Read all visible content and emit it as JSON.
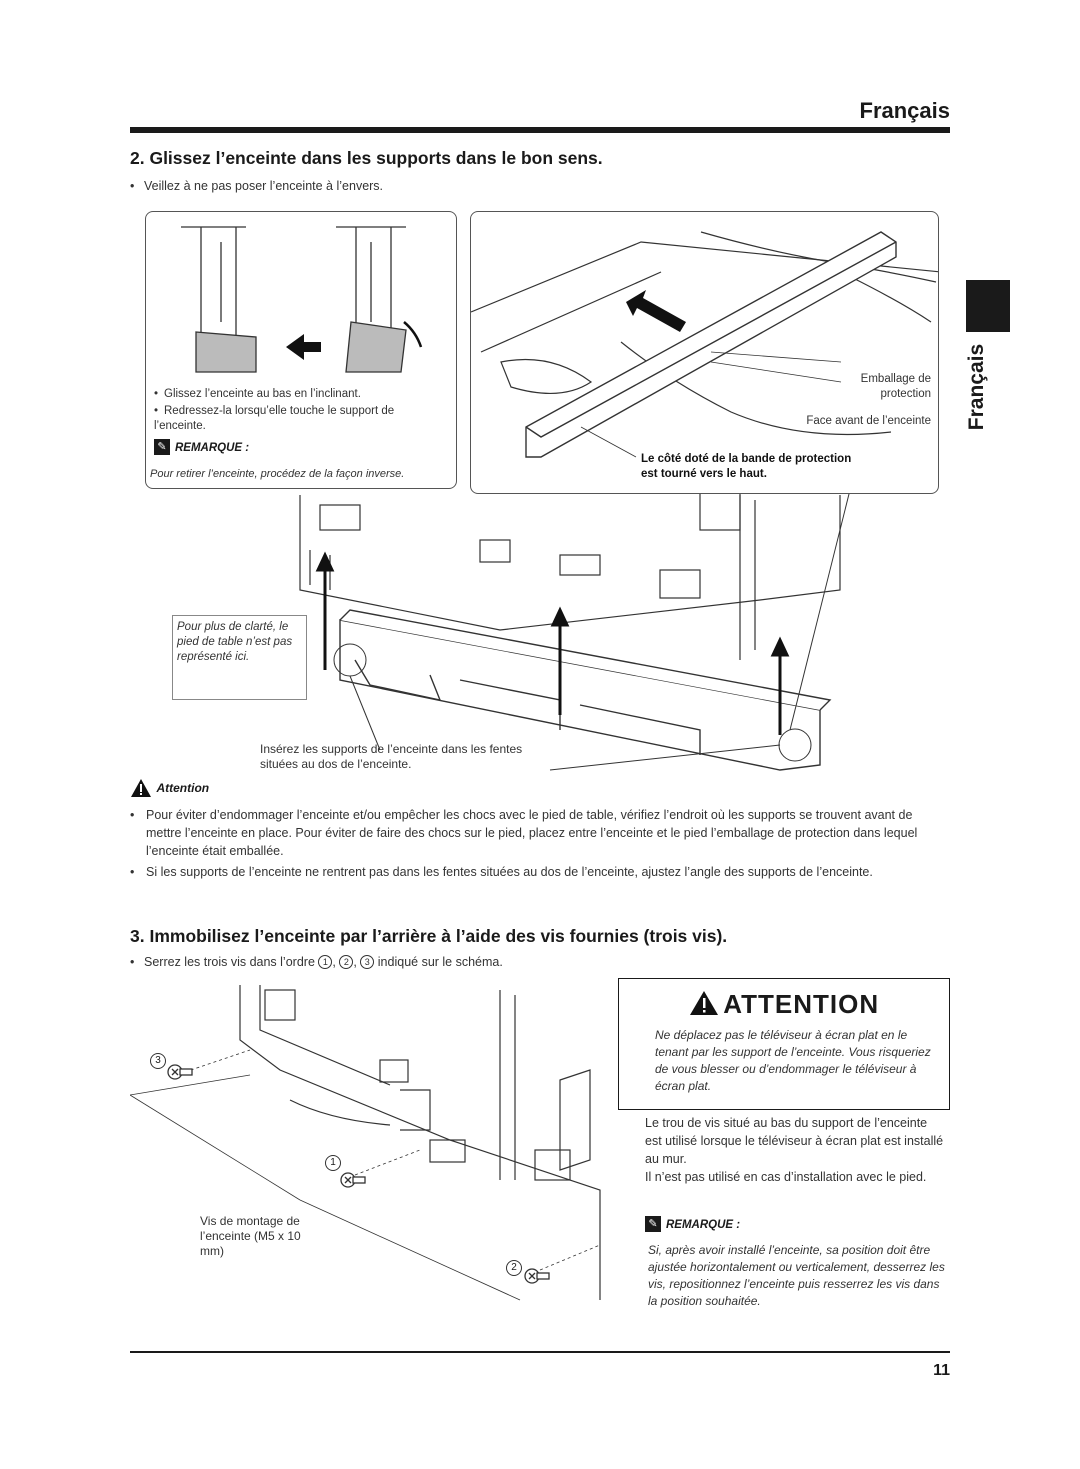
{
  "header": {
    "language": "Français"
  },
  "side_tab": {
    "language": "Français"
  },
  "step2": {
    "title": "2. Glissez l’enceinte dans les supports dans le bon sens.",
    "bullet": "Veillez à ne pas poser l’enceinte à l’envers."
  },
  "left_panel": {
    "bullet1": "Glissez l’enceinte au bas en l’inclinant.",
    "bullet2": "Redressez-la lorsqu’elle touche le support de l’enceinte.",
    "remarque_label": "REMARQUE :",
    "remarque_text": "Pour retirer l’enceinte, procédez de la façon inverse."
  },
  "right_panel": {
    "label_packaging": "Emballage de protection",
    "label_front": "Face avant de l’enceinte",
    "label_tape": "Le côté doté de la bande de protection est tourné vers le haut."
  },
  "figure1": {
    "clarity_note": "Pour plus de clarté, le pied de table n’est pas représenté ici.",
    "insert_note": "Insérez les supports de l’enceinte dans les fentes situées au dos de l’enceinte."
  },
  "attention_small": {
    "label": "Attention",
    "bullet1": "Pour éviter d’endommager l’enceinte et/ou empêcher les chocs avec le pied de table, vérifiez l’endroit où les supports se trouvent avant de mettre l’enceinte en place. Pour éviter de faire des chocs sur le pied, placez entre l’enceinte et le pied l’emballage de protection dans lequel l’enceinte était emballée.",
    "bullet2": "Si les supports de l’enceinte ne rentrent pas dans les fentes situées au dos de l’enceinte, ajustez l’angle des supports de l’enceinte."
  },
  "step3": {
    "title": "3. Immobilisez l’enceinte par l’arrière à l’aide des vis fournies (trois vis).",
    "bullet_a": "Serrez les trois vis dans l’ordre",
    "n1": "1",
    "n2": "2",
    "n3": "3",
    "bullet_b": "indiqué sur le schéma."
  },
  "figure2": {
    "screw_label": "Vis de montage de l’enceinte (M5 x 10 mm)",
    "callout1": "1",
    "callout2": "2",
    "callout3": "3"
  },
  "attention_box": {
    "title": "ATTENTION",
    "text": "Ne déplacez pas le téléviseur à écran plat en le tenant par les support de l’enceinte. Vous risqueriez de vous blesser ou d’endommager le téléviseur à écran plat."
  },
  "right_text": {
    "p1": "Le trou de vis situé au bas du support de l’enceinte est utilisé lorsque le téléviseur à écran plat est installé au mur.",
    "p2": "Il n’est pas utilisé en cas d’installation avec le pied.",
    "remarque_label": "REMARQUE :",
    "remarque_text": "Si, après avoir installé l’enceinte, sa position doit être ajustée horizontalement ou verticalement, desserrez les vis, repositionnez l’enceinte puis resserrez les vis dans la position souhaitée."
  },
  "footer": {
    "page_number": "11"
  }
}
